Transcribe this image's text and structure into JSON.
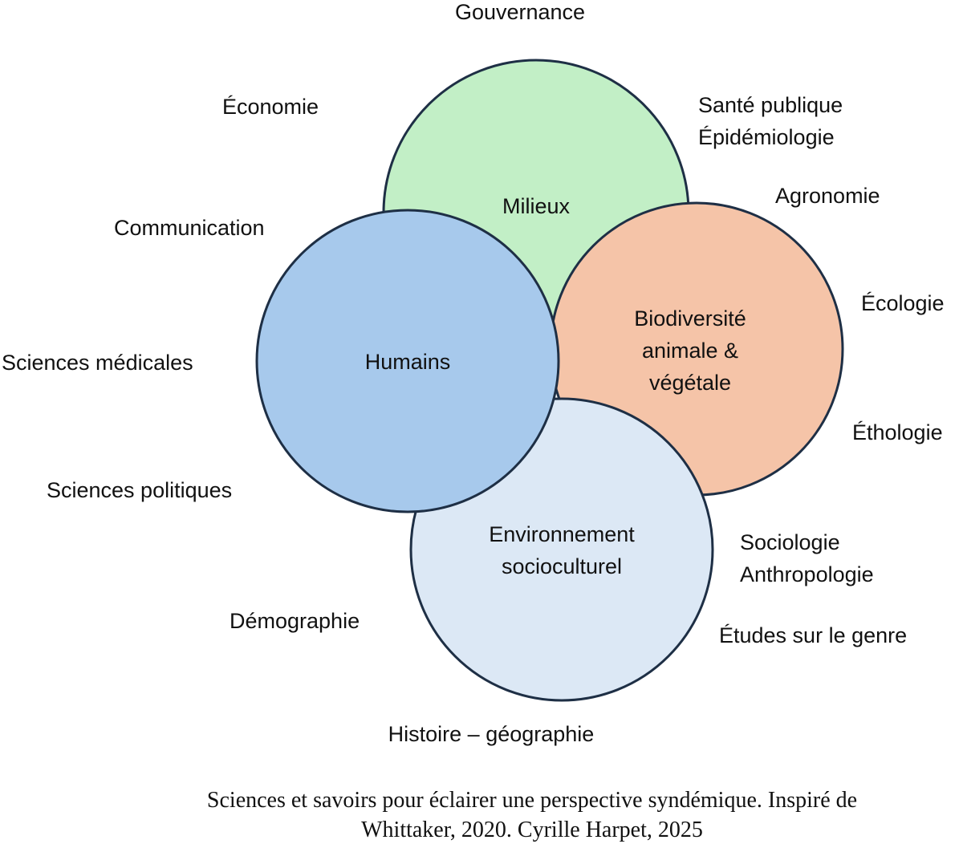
{
  "colors": {
    "milieux": "#c2efc6",
    "humains": "#a7c9ec",
    "biodiversite": "#f5c4a8",
    "environnement": "#dce8f5",
    "outline": "#1e2f45"
  },
  "circles": {
    "milieux": {
      "label": [
        "Milieux"
      ]
    },
    "humains": {
      "label": [
        "Humains"
      ]
    },
    "biodiversite": {
      "label": [
        "Biodiversité",
        "animale &",
        "végétale"
      ]
    },
    "environnement": {
      "label": [
        "Environnement",
        "socioculturel"
      ]
    }
  },
  "disciplines": [
    "Gouvernance",
    "Économie",
    "Santé publique",
    "Épidémiologie",
    "Agronomie",
    "Communication",
    "Écologie",
    "Sciences médicales",
    "Éthologie",
    "Sciences politiques",
    "Sociologie",
    "Anthropologie",
    "Démographie",
    "Études sur le genre",
    "Histoire – géographie"
  ],
  "caption": {
    "line1": "Sciences et savoirs pour éclairer une perspective syndémique. Inspiré de",
    "line2": "Whittaker, 2020. Cyrille Harpet, 2025"
  }
}
